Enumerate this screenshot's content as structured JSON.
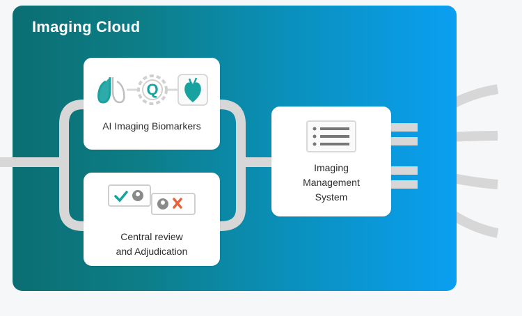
{
  "title": "Imaging Cloud",
  "nodes": {
    "biomarkers": {
      "label": "AI Imaging Biomarkers"
    },
    "review": {
      "label_line1": "Central review",
      "label_line2": "and Adjudication"
    },
    "ims": {
      "label_line1": "Imaging",
      "label_line2": "Management",
      "label_line3": "System"
    }
  },
  "colors": {
    "cloud_start": "#0b6e73",
    "cloud_end": "#0a9ff2",
    "connector": "#d7d7d7",
    "accent_teal": "#17a2a0",
    "accent_orange": "#e8633a"
  },
  "icons": [
    "lungs-icon",
    "q-gear-icon",
    "heart-icon",
    "checkmark-icon",
    "user-icon",
    "cross-icon",
    "list-icon"
  ]
}
